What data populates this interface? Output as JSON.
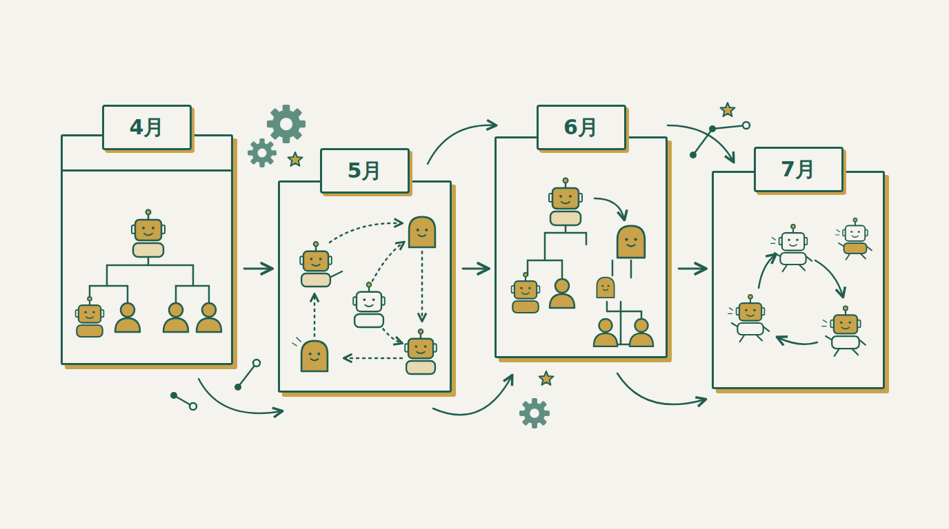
{
  "diagram": {
    "nodes": [
      {
        "text": [
          "4月"
        ]
      },
      {
        "text": [
          "5月"
        ]
      },
      {
        "text": [
          "6月"
        ]
      },
      {
        "text": [
          "7月"
        ]
      }
    ],
    "edges": [
      {
        "from": 0,
        "to": 1,
        "arrow": "to"
      },
      {
        "from": 1,
        "to": 2,
        "arrow": "to"
      },
      {
        "from": 2,
        "to": 3,
        "arrow": "to"
      }
    ]
  }
}
